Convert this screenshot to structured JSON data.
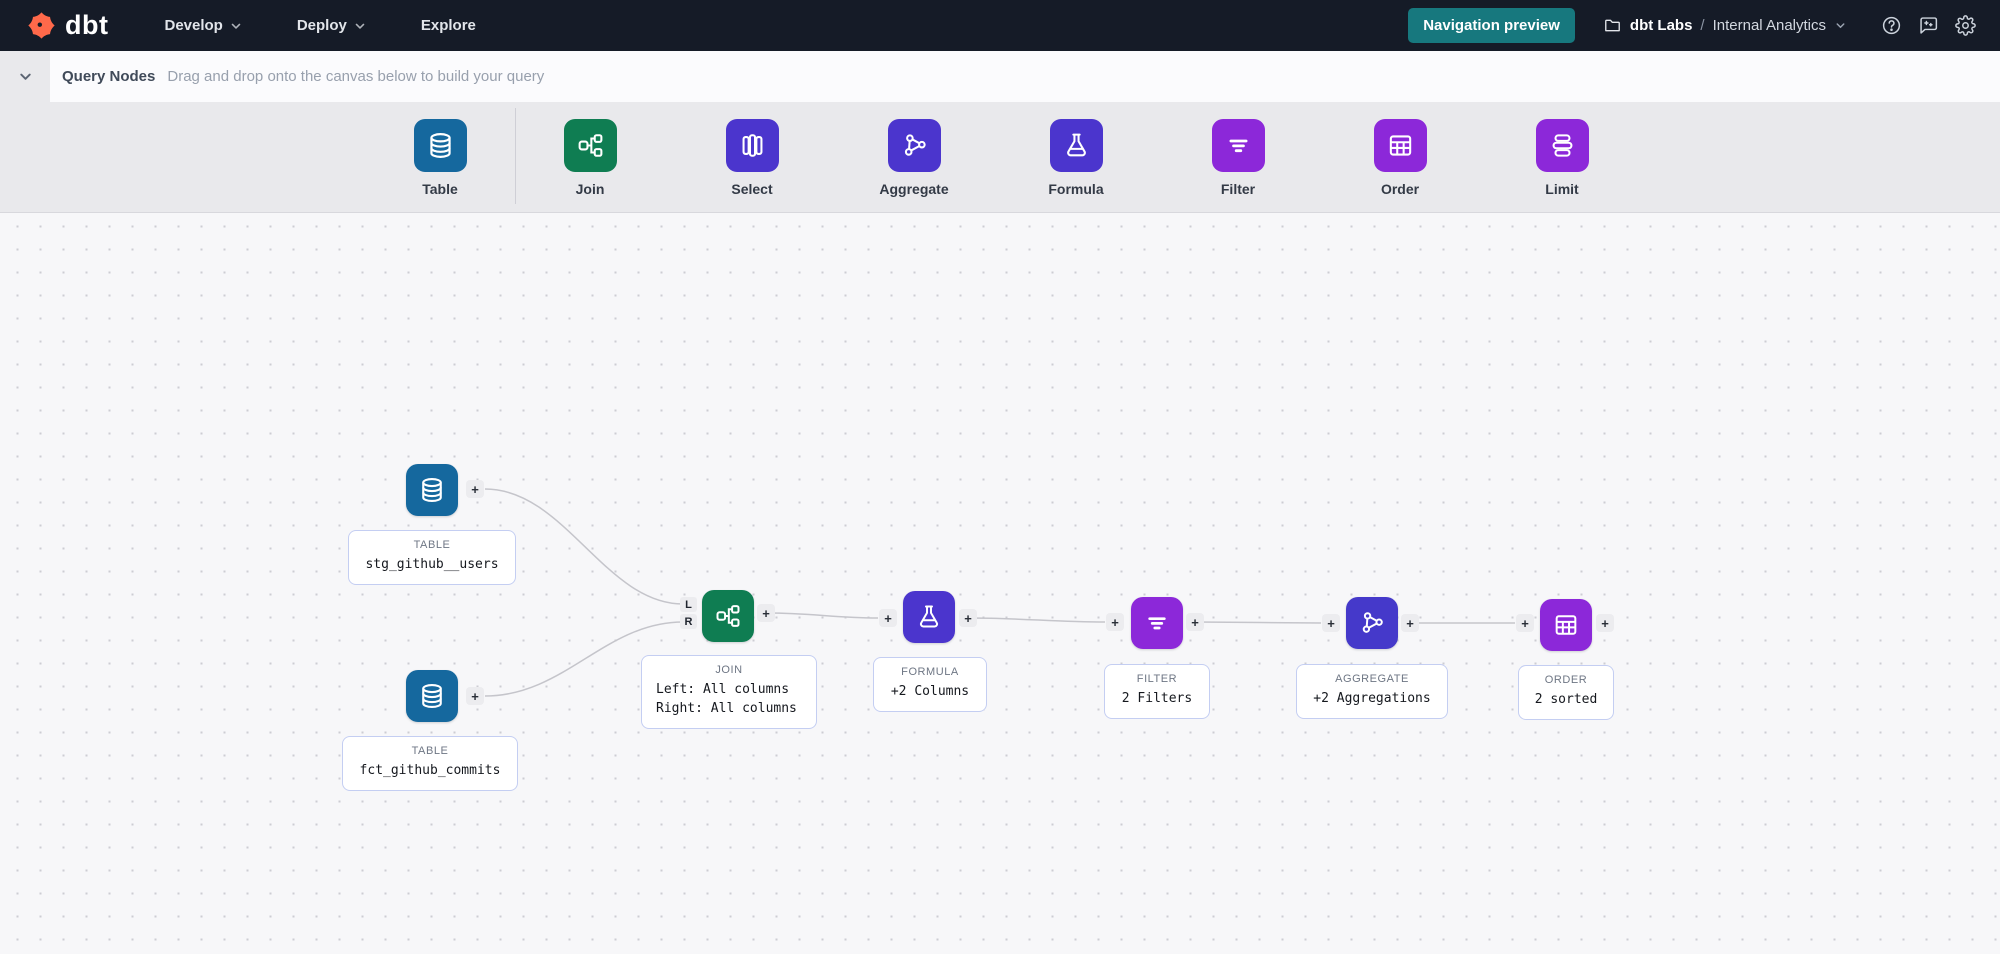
{
  "navbar": {
    "logo_text": "dbt",
    "menu": [
      {
        "label": "Develop"
      },
      {
        "label": "Deploy"
      },
      {
        "label": "Explore"
      }
    ],
    "preview_button_label": "Navigation preview",
    "breadcrumb": {
      "org": "dbt Labs",
      "separator": "/",
      "project": "Internal Analytics"
    }
  },
  "query_nodes_bar": {
    "title": "Query Nodes",
    "subtitle": "Drag and drop onto the canvas below to build your query"
  },
  "palette": {
    "items": [
      {
        "label": "Table",
        "icon": "database-icon",
        "color": "#15689E"
      },
      {
        "label": "Join",
        "icon": "join-icon",
        "color": "#0F7D52"
      },
      {
        "label": "Select",
        "icon": "columns-icon",
        "color": "#4B35CD"
      },
      {
        "label": "Aggregate",
        "icon": "aggregate-icon",
        "color": "#4B35CD"
      },
      {
        "label": "Formula",
        "icon": "flask-icon",
        "color": "#4B35CD"
      },
      {
        "label": "Filter",
        "icon": "filter-icon",
        "color": "#8C28D9"
      },
      {
        "label": "Order",
        "icon": "table-grid-icon",
        "color": "#8C28D9"
      },
      {
        "label": "Limit",
        "icon": "rows-icon",
        "color": "#8C28D9"
      }
    ]
  },
  "canvas": {
    "port_labels": {
      "left": "L",
      "right": "R",
      "plus": "+"
    },
    "nodes": [
      {
        "type": "TABLE",
        "value": "stg_github__users",
        "icon": "database-icon",
        "color": "#15689E"
      },
      {
        "type": "TABLE",
        "value": "fct_github_commits",
        "icon": "database-icon",
        "color": "#15689E"
      },
      {
        "type": "JOIN",
        "value_lines": [
          "Left: All columns",
          "Right: All columns"
        ],
        "icon": "join-icon",
        "color": "#0F7D52"
      },
      {
        "type": "FORMULA",
        "value": "+2 Columns",
        "icon": "flask-icon",
        "color": "#4B35CD"
      },
      {
        "type": "FILTER",
        "value": "2 Filters",
        "icon": "filter-icon",
        "color": "#8C28D9"
      },
      {
        "type": "AGGREGATE",
        "value": "+2 Aggregations",
        "icon": "aggregate-icon",
        "color": "#4539CA"
      },
      {
        "type": "ORDER",
        "value": "2 sorted",
        "icon": "table-grid-icon",
        "color": "#8C28D9"
      }
    ]
  },
  "colors": {
    "navbar_bg": "#151B27",
    "brand_orange": "#FF694A",
    "preview_button": "#17787E",
    "canvas_bg": "#F7F7F9",
    "palette_bg": "#E9E9EC",
    "card_border": "#C4CEF2"
  }
}
